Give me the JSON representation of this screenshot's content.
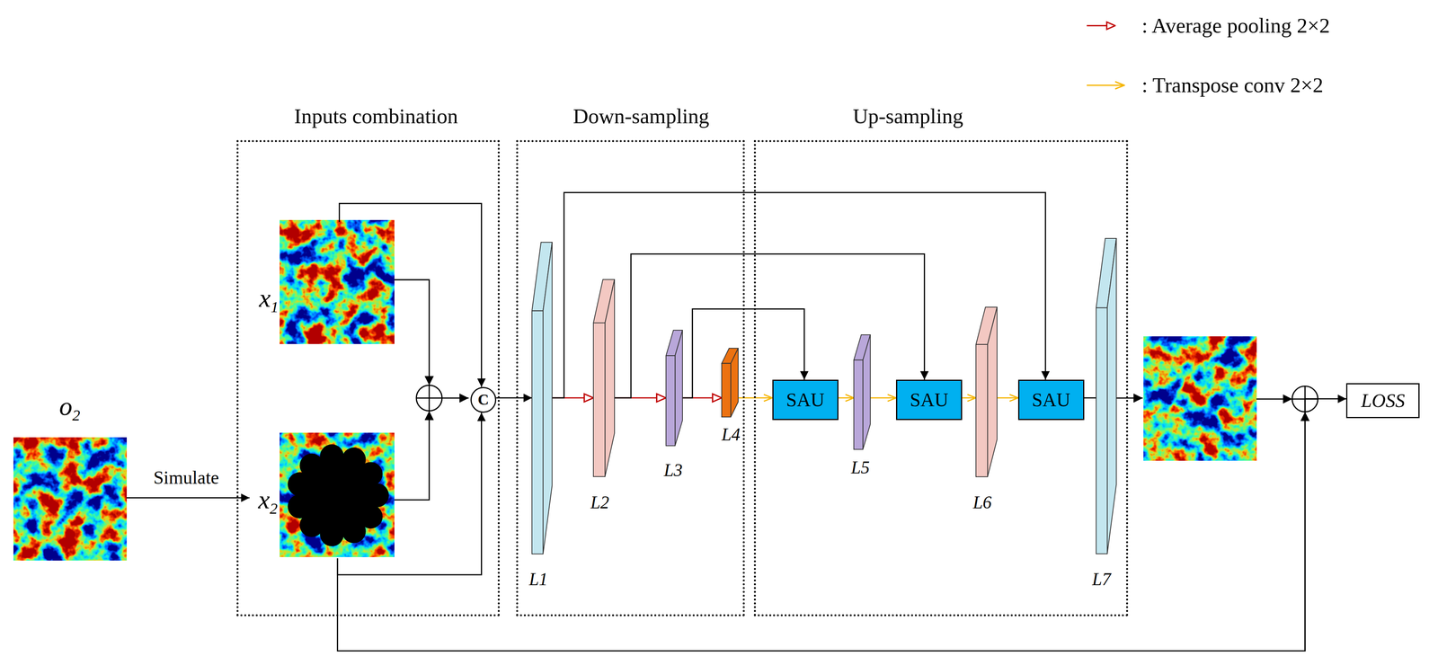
{
  "diagram": {
    "nodes": [
      {
        "text": [
          "o2"
        ]
      },
      {
        "text": [
          "Inputs combination"
        ]
      },
      {
        "text": [
          "x1"
        ],
        "in": 1
      },
      {
        "text": [
          "x2"
        ],
        "in": 1
      },
      {
        "text": [
          "C"
        ],
        "in": 1
      },
      {
        "text": [
          "Down-sampling"
        ]
      },
      {
        "text": [
          "L1"
        ],
        "in": 5
      },
      {
        "text": [
          "L2"
        ],
        "in": 5
      },
      {
        "text": [
          "L3"
        ],
        "in": 5
      },
      {
        "text": [
          "L4"
        ]
      },
      {
        "text": [
          "Up-sampling"
        ]
      },
      {
        "text": [
          "SAU"
        ],
        "in": 10
      },
      {
        "text": [
          "L5"
        ],
        "in": 10
      },
      {
        "text": [
          "SAU"
        ],
        "in": 10
      },
      {
        "text": [
          "L6"
        ],
        "in": 10
      },
      {
        "text": [
          "SAU"
        ],
        "in": 10
      },
      {
        "text": [
          "L7"
        ],
        "in": 10
      },
      {
        "text": [
          "LOSS"
        ]
      }
    ],
    "edges": [
      {
        "from": 0,
        "to": 3,
        "arrow": "to",
        "label": "Simulate"
      },
      {
        "from": 2,
        "to": 4,
        "arrow": "to"
      },
      {
        "from": 3,
        "to": 4,
        "arrow": "to"
      },
      {
        "from": 4,
        "to": 6,
        "arrow": "to"
      },
      {
        "from": 6,
        "to": 7,
        "arrow": "to"
      },
      {
        "from": 7,
        "to": 8,
        "arrow": "to"
      },
      {
        "from": 8,
        "to": 9,
        "arrow": "to"
      },
      {
        "from": 9,
        "to": 11,
        "arrow": "to"
      },
      {
        "from": 11,
        "to": 12,
        "arrow": "to"
      },
      {
        "from": 12,
        "to": 13,
        "arrow": "to"
      },
      {
        "from": 13,
        "to": 14,
        "arrow": "to"
      },
      {
        "from": 14,
        "to": 15,
        "arrow": "to"
      },
      {
        "from": 15,
        "to": 16,
        "arrow": "none"
      },
      {
        "from": 8,
        "to": 11,
        "arrow": "to"
      },
      {
        "from": 7,
        "to": 13,
        "arrow": "to"
      },
      {
        "from": 6,
        "to": 15,
        "arrow": "to"
      },
      {
        "from": 3,
        "to": 17,
        "arrow": "to"
      }
    ],
    "legend": [
      {
        "text": ": Average pooling 2×2"
      },
      {
        "text": ": Transpose conv 2×2"
      }
    ]
  }
}
